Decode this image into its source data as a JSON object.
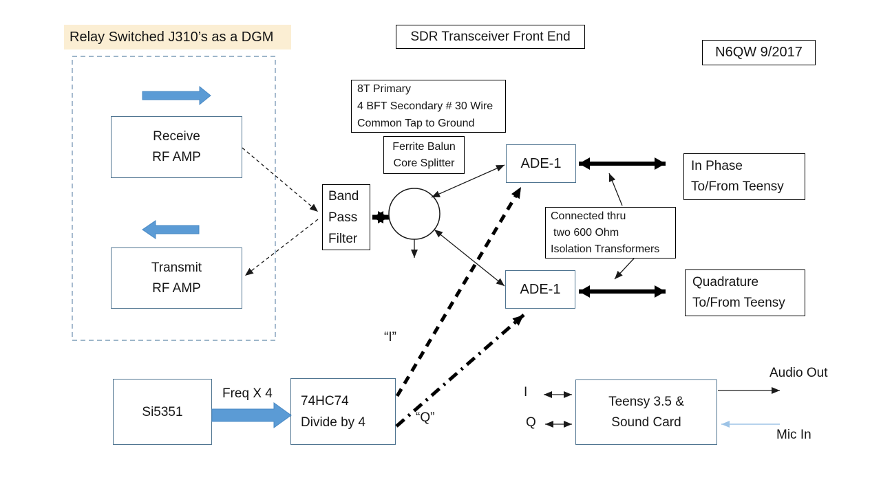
{
  "banner": {
    "text": "Relay Switched J310’s as a DGM"
  },
  "header": {
    "title": "SDR Transceiver Front End",
    "byline": "N6QW 9/2017"
  },
  "notes": {
    "transformer": {
      "line1": "8T Primary",
      "line2": "4 BFT Secondary # 30 Wire",
      "line3": "Common Tap to Ground"
    },
    "balun": {
      "line1": "Ferrite Balun",
      "line2": "Core Splitter"
    },
    "isolation": {
      "line1": "Connected thru",
      "line2": "two 600 Ohm",
      "line3": "Isolation Transformers"
    }
  },
  "blocks": {
    "receive": {
      "line1": "Receive",
      "line2": "RF AMP"
    },
    "transmit": {
      "line1": "Transmit",
      "line2": "RF AMP"
    },
    "bpf": {
      "line1": "Band",
      "line2": "Pass",
      "line3": "Filter"
    },
    "ade1_top": {
      "label": "ADE-1"
    },
    "ade1_bottom": {
      "label": "ADE-1"
    },
    "in_phase": {
      "line1": "In Phase",
      "line2": "To/From Teensy"
    },
    "quadrature": {
      "line1": "Quadrature",
      "line2": "To/From Teensy"
    },
    "si5351": {
      "label": "Si5351"
    },
    "divider": {
      "line1": "74HC74",
      "line2": "Divide by 4"
    },
    "teensy": {
      "line1": "Teensy 3.5 &",
      "line2": "Sound Card"
    }
  },
  "labels": {
    "freq_multiplier": "Freq X 4",
    "i_signal_quoted": "“I”",
    "q_signal_quoted": "“Q”",
    "i_port": "I",
    "q_port": "Q",
    "audio_out": "Audio Out",
    "mic_in": "Mic In"
  },
  "colors": {
    "accent_blue": "#5b9bd5",
    "box_blue": "#4f7490",
    "banner_bg": "#fbeed3",
    "mic_blue": "#9dc3e6",
    "dash_blue": "#7f9db9"
  }
}
